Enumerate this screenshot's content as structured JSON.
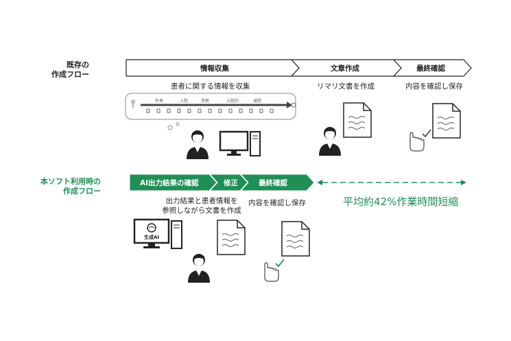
{
  "existing_flow": {
    "label_line1": "既存の",
    "label_line2": "作成フロー",
    "stages": [
      {
        "label": "情報収集",
        "description": "患者に関する情報を収集"
      },
      {
        "label": "文章作成",
        "description": "リマリ文書を作成"
      },
      {
        "label": "最終確認",
        "description": "内容を確認し保存"
      }
    ],
    "timeline_labels": [
      "外来",
      "入院",
      "手術",
      "入院中",
      "退院"
    ]
  },
  "new_flow": {
    "label_line1": "本ソフト利用時の",
    "label_line2": "作成フロー",
    "stages": [
      {
        "label": "AI出力結果の確認",
        "description_line1": "出力結果と患者情報を",
        "description_line2": "参照しながら文書を作成"
      },
      {
        "label": "修正"
      },
      {
        "label": "最終確認",
        "description": "内容を確認し保存"
      }
    ],
    "ai_monitor_label": "生成AI",
    "savings_text": "平均約42%作業時間短縮"
  },
  "colors": {
    "green": "#1f8f55",
    "dark": "#222222",
    "gray": "#888888"
  }
}
